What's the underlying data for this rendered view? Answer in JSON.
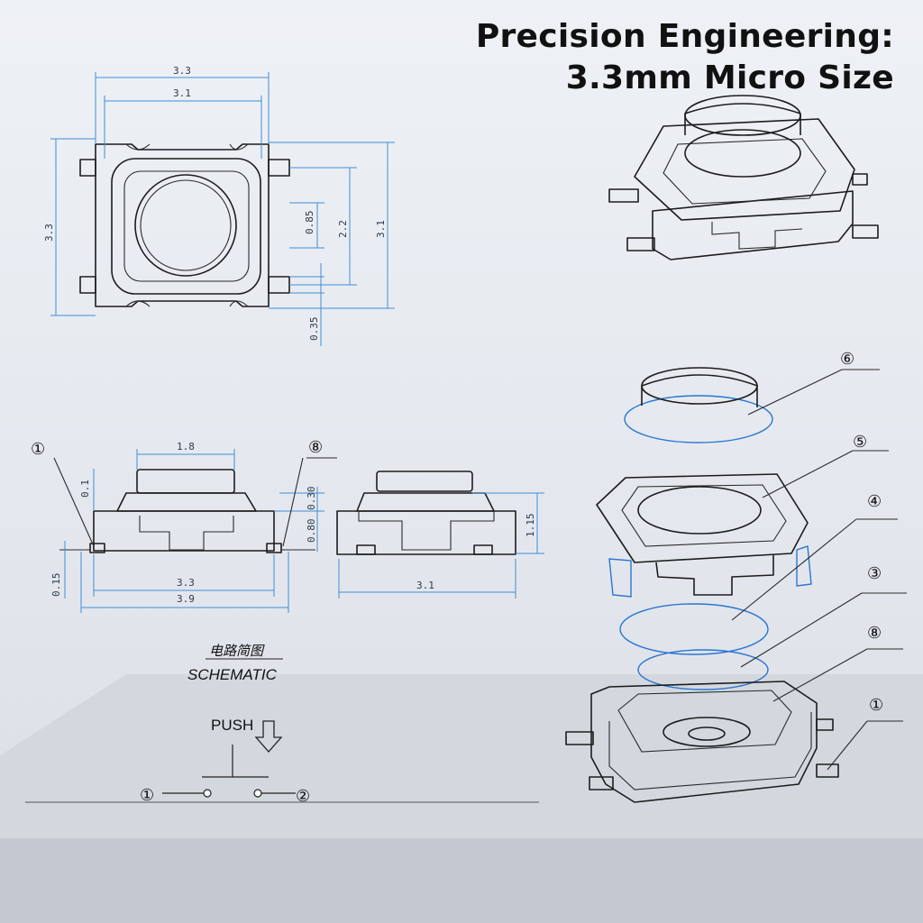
{
  "header": {
    "line1": "Precision Engineering:",
    "line2": "3.3mm Micro Size"
  },
  "top_view_dims": {
    "width_outer": "3.3",
    "width_inner": "3.1",
    "height_left": "3.3",
    "pin_pitch": "0.85",
    "pin_span": "2.2",
    "height_right": "3.1",
    "pin_width": "0.35"
  },
  "side_view_dims": {
    "cap": "1.8",
    "top": "0.1",
    "body": "0.30",
    "base": "0.80",
    "lead": "0.15",
    "width_body": "3.3",
    "width_total": "3.9"
  },
  "end_view_dims": {
    "height": "1.15",
    "width": "3.1"
  },
  "callouts": {
    "c1": "①",
    "c8": "⑧",
    "c6": "⑥",
    "c5": "⑤",
    "c4": "④",
    "c3": "③",
    "c8b": "⑧",
    "c1b": "①"
  },
  "schematic": {
    "title_cn": "电路简图",
    "title_en": "SCHEMATIC",
    "push": "PUSH",
    "pin1": "①",
    "pin2": "②"
  }
}
